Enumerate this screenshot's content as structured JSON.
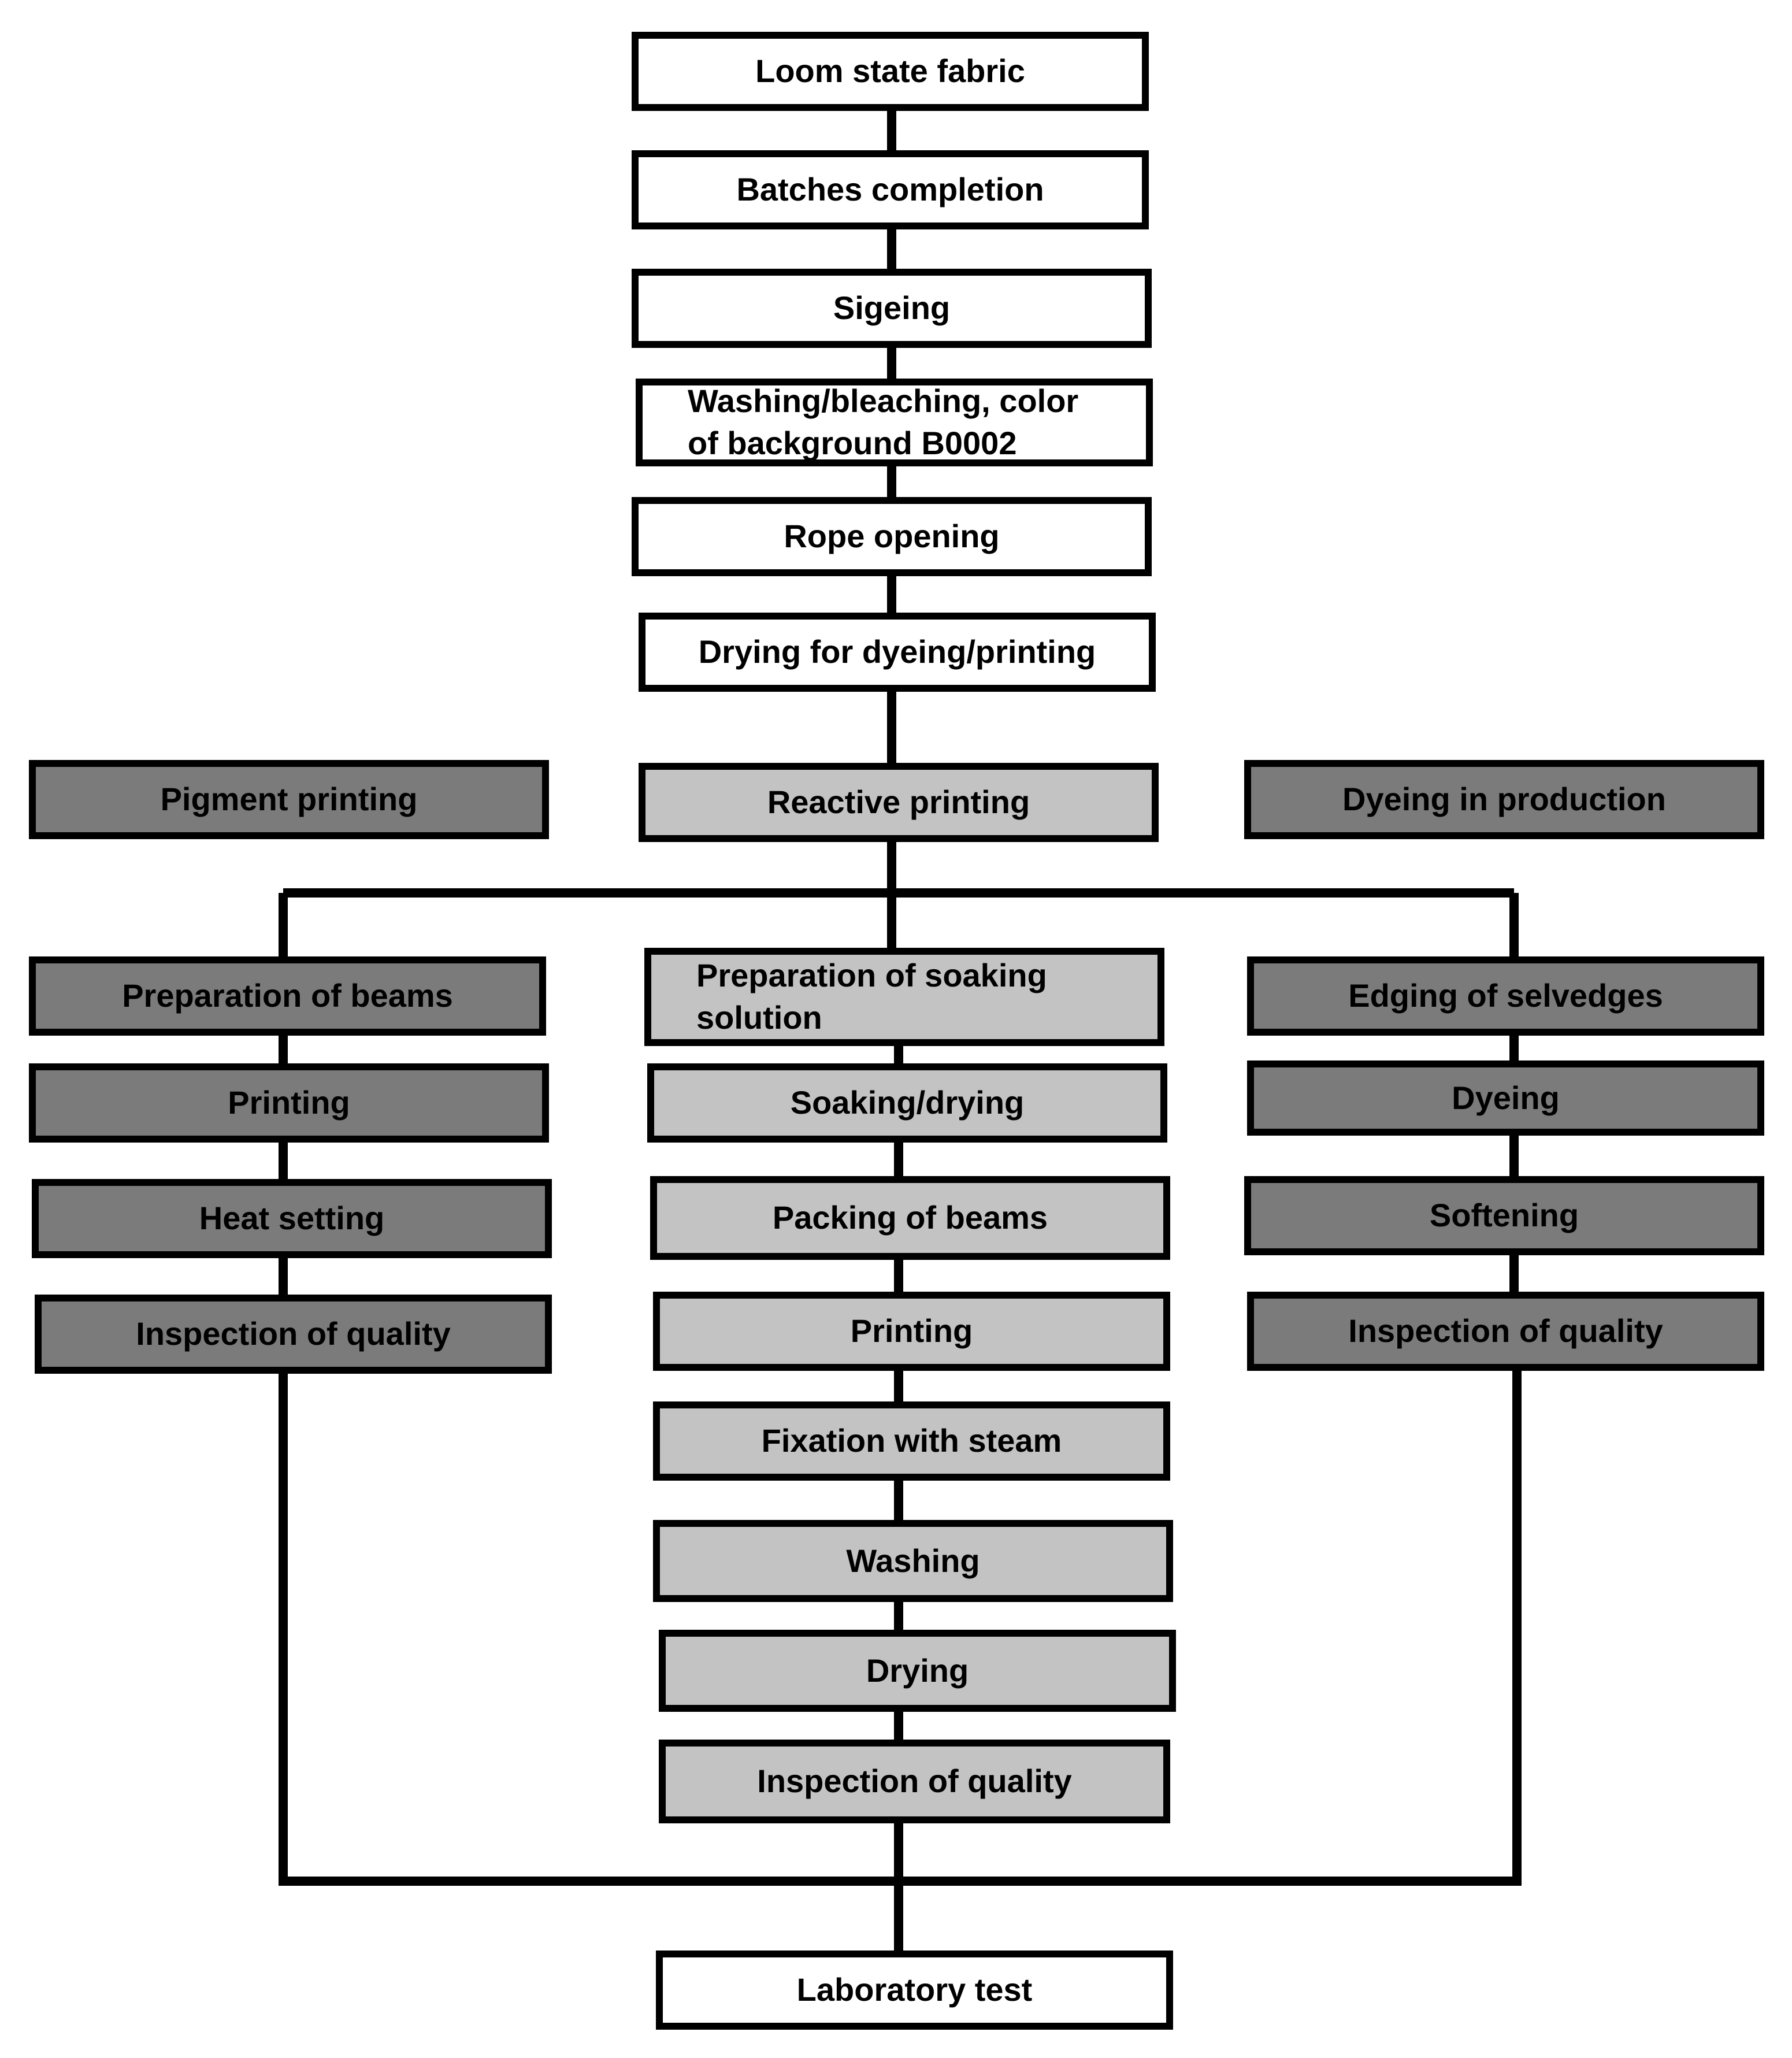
{
  "diagram": {
    "colors": {
      "white_box": "#ffffff",
      "light_box": "#c3c3c3",
      "dark_box": "#7b7b7b",
      "line": "#000000"
    },
    "top_chain": [
      {
        "label": "Loom state fabric"
      },
      {
        "label": "Batches completion"
      },
      {
        "label": "Sigeing"
      },
      {
        "label_line1": "Washing/bleaching, color",
        "label_line2": "of background B0002"
      },
      {
        "label": "Rope opening"
      },
      {
        "label": "Drying for dyeing/printing"
      }
    ],
    "branches": {
      "pigment_printing": "Pigment printing",
      "reactive_printing": "Reactive printing",
      "dyeing_in_production": "Dyeing in production"
    },
    "left_column": [
      "Preparation of beams",
      "Printing",
      "Heat setting",
      "Inspection of quality"
    ],
    "center_column": [
      {
        "label_line1": "Preparation of soaking",
        "label_line2": "solution"
      },
      {
        "label": "Soaking/drying"
      },
      {
        "label": "Packing of beams"
      },
      {
        "label": "Printing"
      },
      {
        "label": "Fixation with steam"
      },
      {
        "label": "Washing"
      },
      {
        "label": "Drying"
      },
      {
        "label": "Inspection of quality"
      }
    ],
    "right_column": [
      "Edging of selvedges",
      "Dyeing",
      "Softening",
      "Inspection of quality"
    ],
    "final": "Laboratory test"
  }
}
